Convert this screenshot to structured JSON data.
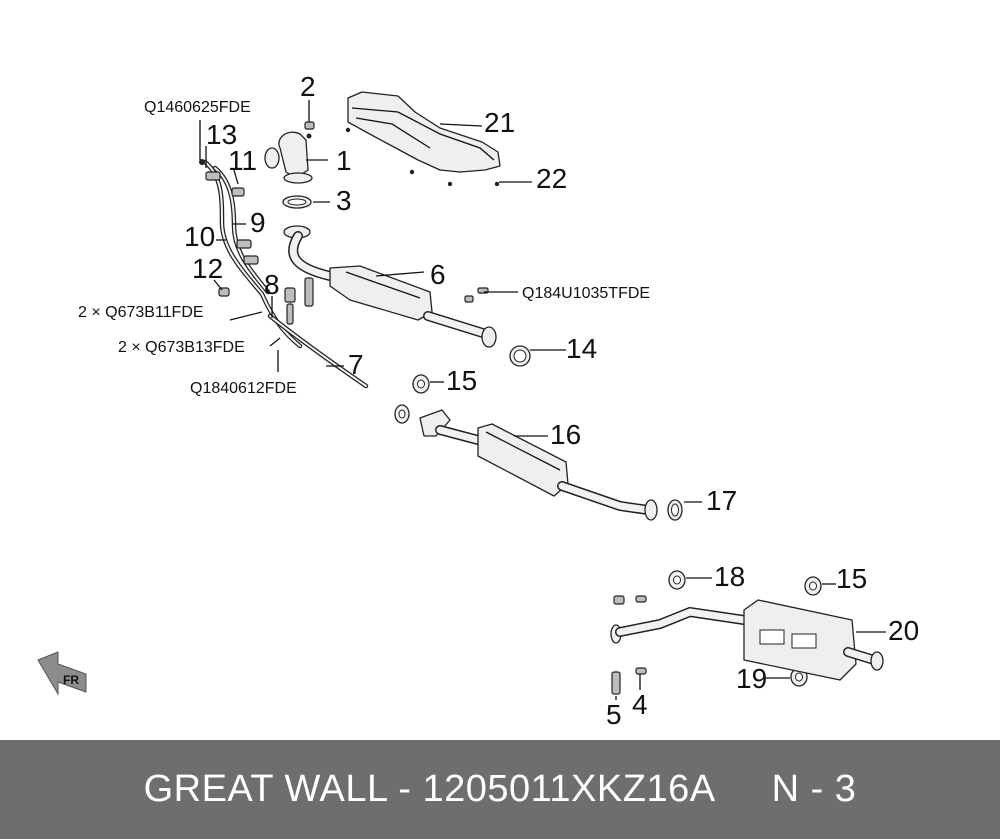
{
  "callouts": {
    "n1": "1",
    "n2": "2",
    "n3": "3",
    "n4": "4",
    "n5": "5",
    "n6": "6",
    "n7": "7",
    "n8": "8",
    "n9": "9",
    "n10": "10",
    "n11": "11",
    "n12": "12",
    "n13": "13",
    "n14": "14",
    "n15a": "15",
    "n15b": "15",
    "n16": "16",
    "n17": "17",
    "n18": "18",
    "n19": "19",
    "n20": "20",
    "n21": "21",
    "n22": "22"
  },
  "codes": {
    "c1": "Q1460625FDE",
    "c2": "Q184U1035TFDE",
    "c3": "2 × Q673B11FDE",
    "c4": "2 × Q673B13FDE",
    "c5": "Q1840612FDE"
  },
  "direction_label": "FR",
  "footer": {
    "left": "GREAT WALL - 1205011XKZ16A",
    "right": "N - 3"
  }
}
